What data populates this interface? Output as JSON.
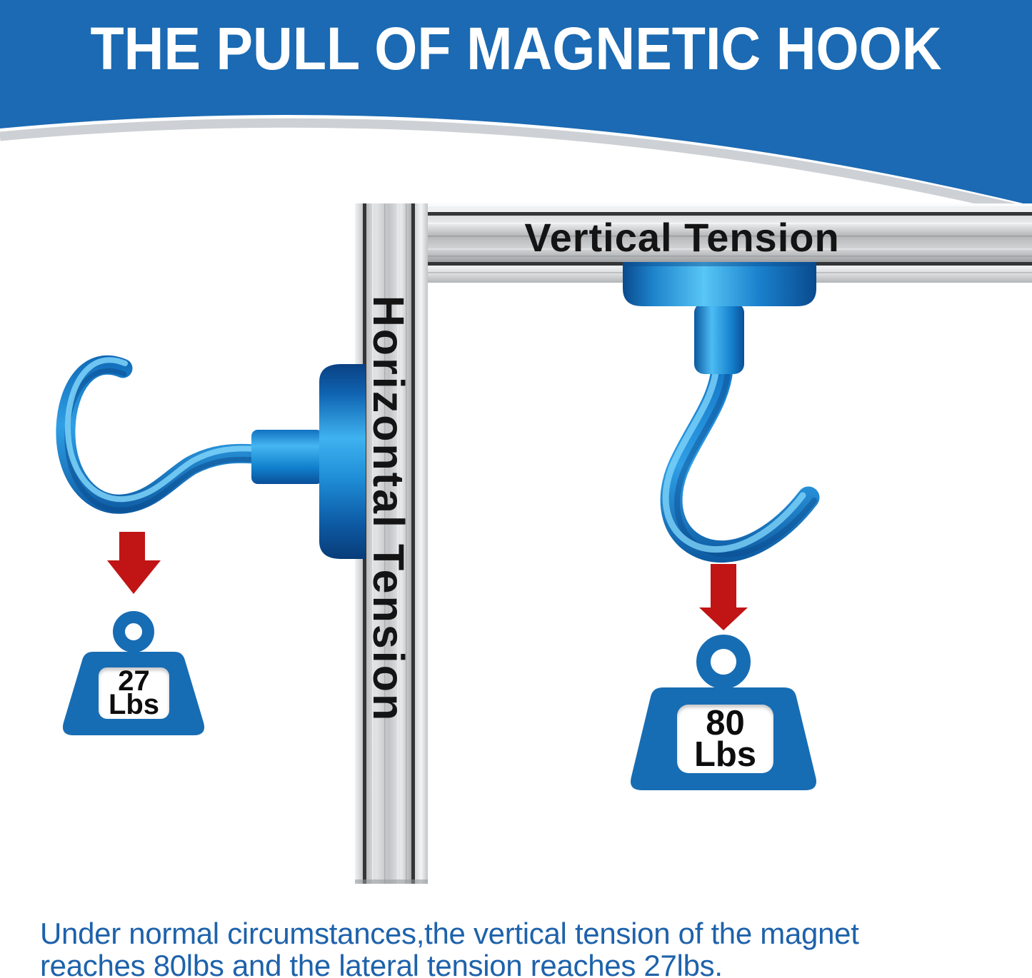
{
  "title": "THE PULL OF MAGNETIC HOOK",
  "bars": {
    "horizontal_bar_label": "Vertical Tension",
    "vertical_bar_label": "Horizontal Tension"
  },
  "left_demo": {
    "name": "horizontal-pull-demo",
    "weight_value": "27",
    "weight_unit": "Lbs"
  },
  "right_demo": {
    "name": "vertical-pull-demo",
    "weight_value": "80",
    "weight_unit": "Lbs"
  },
  "caption": {
    "line1": "Under normal circumstances,the vertical tension of the magnet",
    "line2": "reaches 80lbs and the lateral tension reaches 27lbs."
  },
  "colors": {
    "header_blue": "#1b6ab3",
    "hook_blue": "#2f9fe6",
    "hook_blue_dark": "#0c589f",
    "arrow_red": "#c11414",
    "weight_blue": "#176db4",
    "caption_blue": "#1e62ab",
    "metal_silver": "#c9cbcd",
    "label_text_black": "#141414"
  }
}
